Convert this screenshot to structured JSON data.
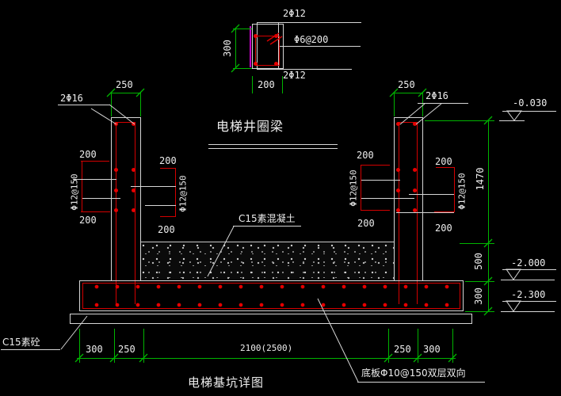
{
  "colors": {
    "background": "#000000",
    "outline": "#d6d6d6",
    "dimension_green": "#00b400",
    "rebar_red": "#e00000",
    "accent_magenta": "#c400c4"
  },
  "ring_beam_section": {
    "top_bars": "2Φ12",
    "stirrup": "Φ6@200",
    "bottom_bars": "2Φ12",
    "height_dim": "300",
    "width_dim": "200"
  },
  "ring_beam_title": "电梯井圈梁",
  "walls": {
    "left": {
      "width_dim": "250",
      "corner_bars": "2Φ16",
      "outer_detail": {
        "top_dim": "200",
        "bars": "Φ12@150",
        "bottom_dim": "200"
      },
      "inner_detail": {
        "top_dim": "200",
        "bars": "Φ12@150",
        "bottom_dim": "200"
      }
    },
    "right": {
      "width_dim": "250",
      "corner_bars": "2Φ16",
      "inner_detail": {
        "top_dim": "200",
        "bars": "Φ12@150",
        "bottom_dim": "200"
      },
      "outer_detail": {
        "top_dim": "200",
        "bars": "Φ12@150",
        "bottom_dim": "200"
      }
    }
  },
  "pit": {
    "fill_label": "C15素混凝土",
    "bedding_label": "C15素砼",
    "slab_label": "底板Φ10@150双层双向"
  },
  "dimensions": {
    "bottom": [
      "300",
      "250",
      "2100(2500)",
      "250",
      "300"
    ],
    "right": [
      "1470",
      "500",
      "300"
    ]
  },
  "elevations": {
    "wall_top": "-0.030",
    "footing_top": "-2.000",
    "footing_bottom": "-2.300"
  },
  "drawing_title": "电梯基坑详图"
}
